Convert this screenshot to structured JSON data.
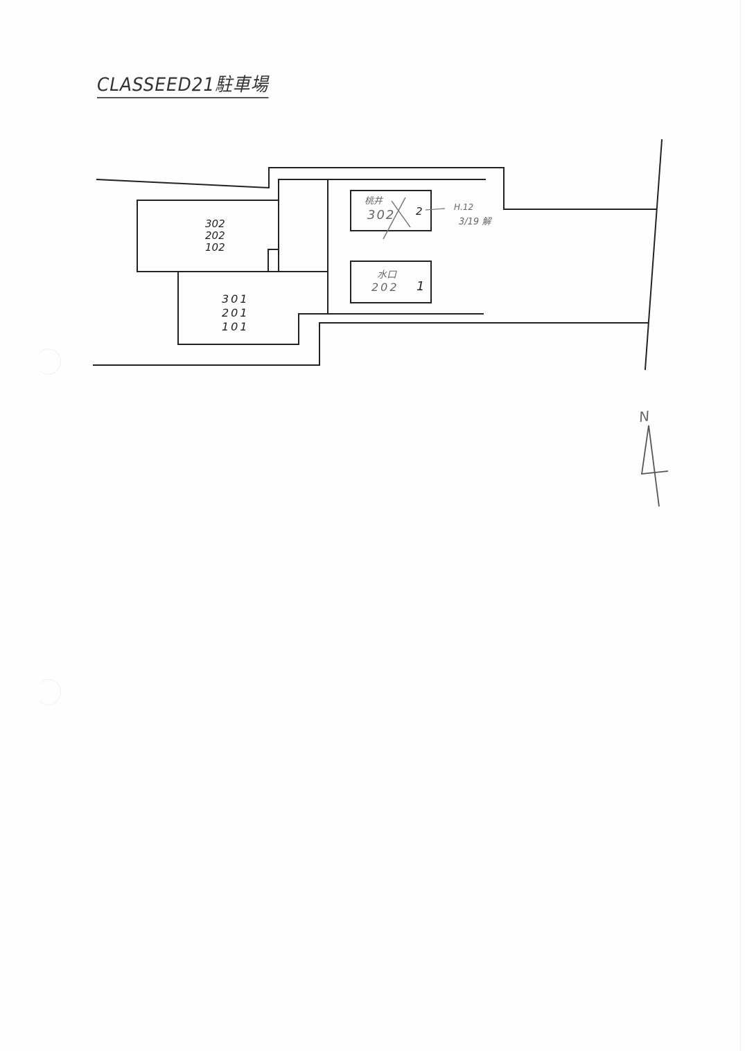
{
  "document": {
    "title": "CLASSEED21駐車場"
  },
  "parking_plan": {
    "buildings": [
      {
        "id": "building-north",
        "units": [
          "302",
          "202",
          "102"
        ]
      },
      {
        "id": "building-south",
        "units": [
          "301",
          "201",
          "101"
        ]
      }
    ],
    "spaces": [
      {
        "number": "2",
        "tenant": "桃井",
        "unit": "302",
        "crossed_out": true
      },
      {
        "number": "1",
        "tenant": "水口",
        "unit": "202",
        "crossed_out": false
      }
    ],
    "annotation": {
      "line1": "H.12",
      "line2": "3/19 解"
    },
    "north_label": "N"
  },
  "colors": {
    "ink": "#222222",
    "pencil": "#777777",
    "paper": "#fefefe"
  }
}
